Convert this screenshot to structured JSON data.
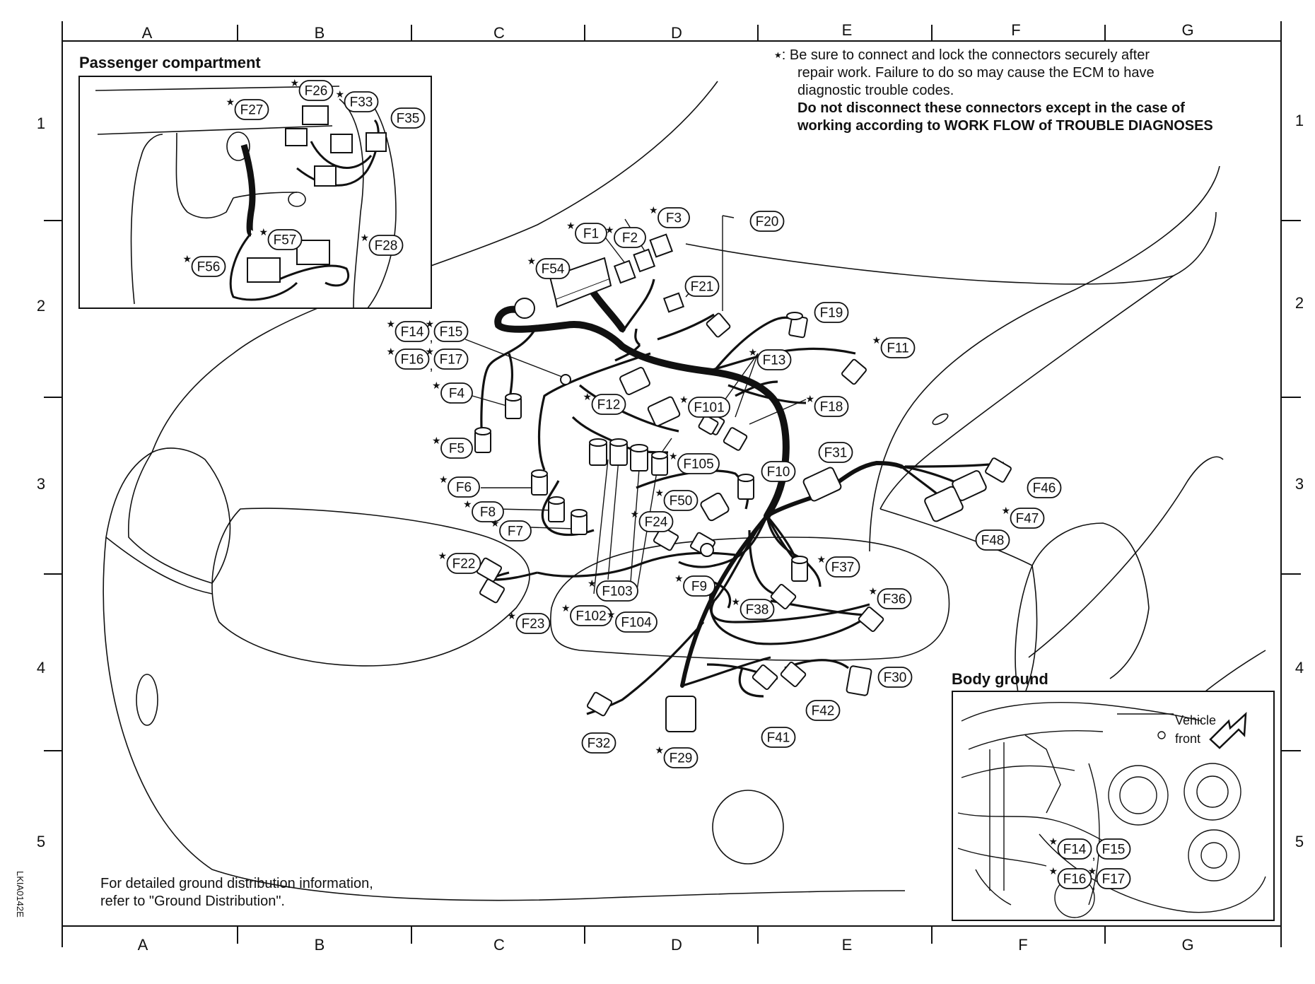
{
  "grid": {
    "columns": [
      "A",
      "B",
      "C",
      "D",
      "E",
      "F",
      "G"
    ],
    "rows": [
      "1",
      "2",
      "3",
      "4",
      "5"
    ]
  },
  "notes": {
    "caution_star": "★",
    "caution_line1": ": Be sure to connect and lock the connectors securely after",
    "caution_line2": "repair work. Failure to do so may cause the ECM to have",
    "caution_line3": "diagnostic trouble codes.",
    "caution_bold1": "Do not disconnect these connectors except in the case of",
    "caution_bold2": "working according to WORK FLOW of TROUBLE DIAGNOSES",
    "ground_line1": "For detailed ground distribution information,",
    "ground_line2": "refer to \"Ground Distribution\".",
    "image_code": "LKIA0142E"
  },
  "insets": {
    "passenger_title": "Passenger compartment",
    "body_ground_title": "Body ground",
    "vehicle_front_line1": "Vehicle",
    "vehicle_front_line2": "front"
  },
  "connectors": {
    "F1": "F1",
    "F2": "F2",
    "F3": "F3",
    "F4": "F4",
    "F5": "F5",
    "F6": "F6",
    "F7": "F7",
    "F8": "F8",
    "F9": "F9",
    "F10": "F10",
    "F11": "F11",
    "F12": "F12",
    "F13": "F13",
    "F14": "F14",
    "F15": "F15",
    "F16": "F16",
    "F17": "F17",
    "F18": "F18",
    "F19": "F19",
    "F20": "F20",
    "F21": "F21",
    "F22": "F22",
    "F23": "F23",
    "F24": "F24",
    "F26": "F26",
    "F27": "F27",
    "F28": "F28",
    "F29": "F29",
    "F30": "F30",
    "F31": "F31",
    "F32": "F32",
    "F33": "F33",
    "F35": "F35",
    "F36": "F36",
    "F37": "F37",
    "F38": "F38",
    "F41": "F41",
    "F42": "F42",
    "F46": "F46",
    "F47": "F47",
    "F48": "F48",
    "F50": "F50",
    "F54": "F54",
    "F56": "F56",
    "F57": "F57",
    "F101": "F101",
    "F102": "F102",
    "F103": "F103",
    "F104": "F104",
    "F105": "F105"
  },
  "star_glyph": "★",
  "comma_glyph": ","
}
